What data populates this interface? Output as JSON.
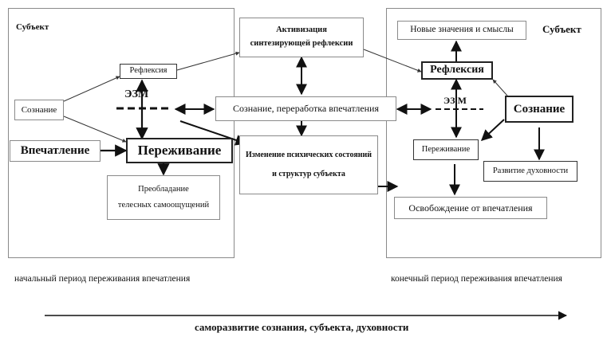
{
  "left_panel": {
    "title": "Субъект",
    "soznanie": "Сознание",
    "refleksiya": "Рефлексия",
    "ezm": "ЭЗМ",
    "vpechatlenie": "Впечатление",
    "perezhivanie": "Переживание",
    "preobladanie_line1": "Преобладание",
    "preobladanie_line2": "телесных самоощущений"
  },
  "center": {
    "aktivizaciya_line1": "Активизация",
    "aktivizaciya_line2": "синтезирующей рефлексии",
    "soznanie_pererabotka": "Сознание, переработка впечатления",
    "izmenenie_line1": "Изменение психических состояний",
    "izmenenie_line2": "и структур субъекта"
  },
  "right_panel": {
    "title": "Субъект",
    "novye": "Новые значения и смыслы",
    "refleksiya": "Рефлексия",
    "ezm": "ЭЗ М",
    "soznanie": "Сознание",
    "perezhivanie": "Переживание",
    "razvitie": "Развитие духовности",
    "osvobozhdenie": "Освобождение от впечатления"
  },
  "captions": {
    "left": "начальный период переживания впечатления",
    "right": "конечный период переживания впечатления",
    "bottom": "саморазвитие сознания, субъекта, духовности"
  }
}
